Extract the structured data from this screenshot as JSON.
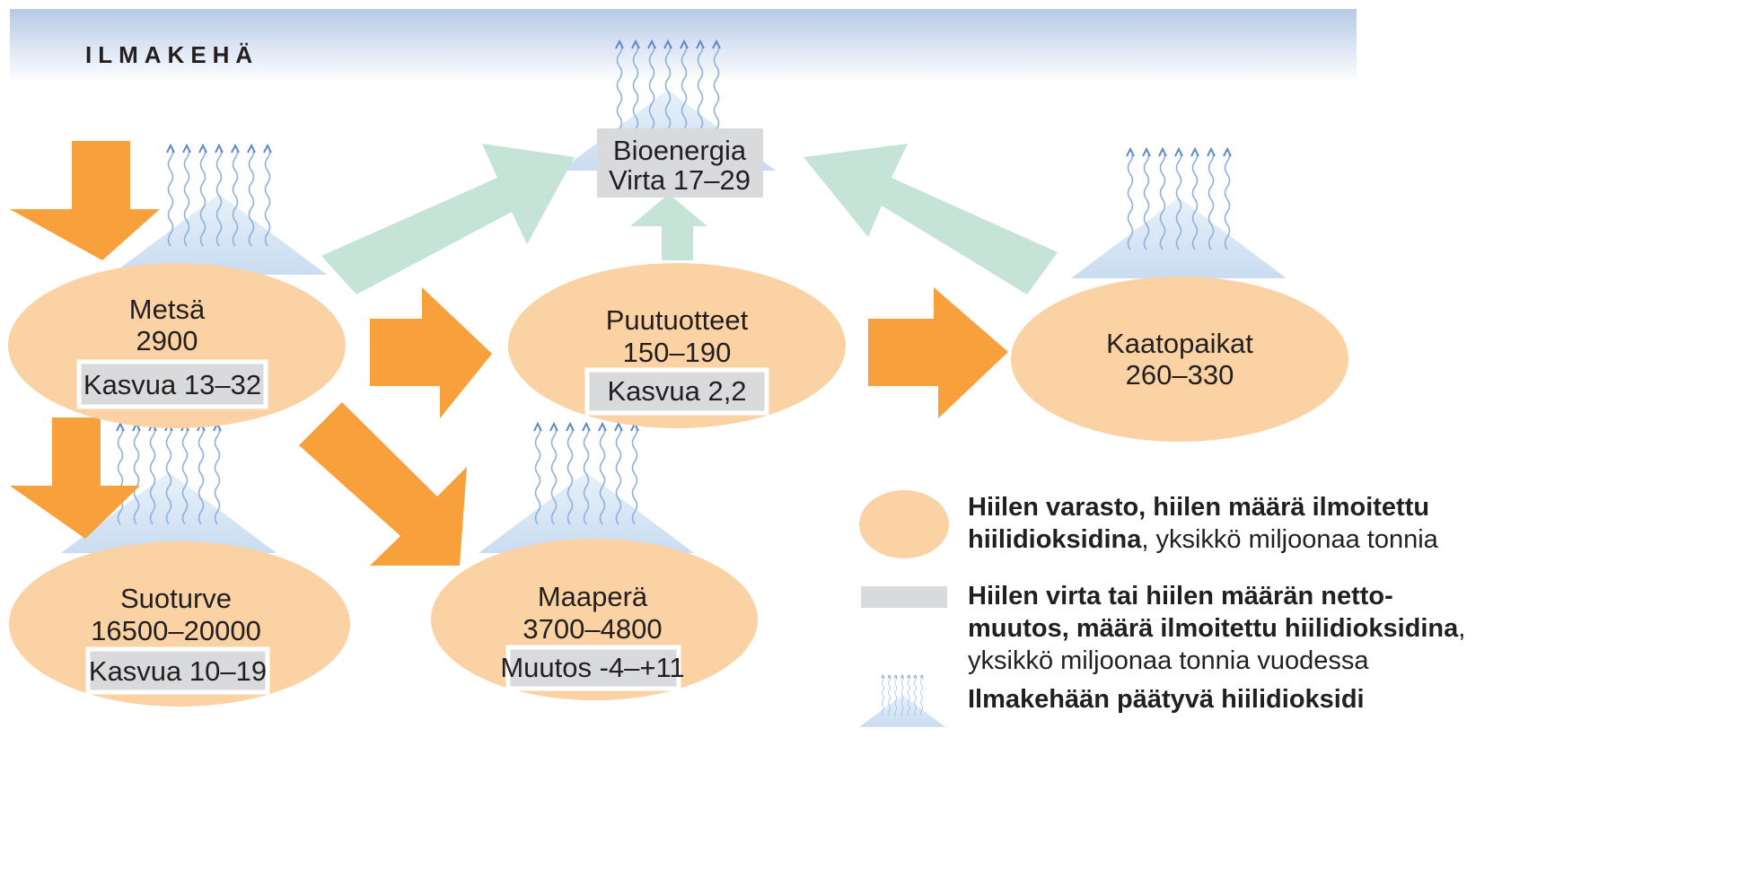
{
  "atmosphere": {
    "title": "ILMAKEHÄ"
  },
  "bioenergy": {
    "name": "Bioenergia",
    "flow": "Virta 17–29"
  },
  "storages": [
    {
      "id": "forest",
      "name": "Metsä",
      "amount": "2900",
      "change": "Kasvua 13–32"
    },
    {
      "id": "wood_products",
      "name": "Puutuotteet",
      "amount": "150–190",
      "change": "Kasvua 2,2"
    },
    {
      "id": "landfills",
      "name": "Kaatopaikat",
      "amount": "260–330",
      "change": ""
    },
    {
      "id": "peat",
      "name": "Suoturve",
      "amount": "16500–20000",
      "change": "Kasvua 10–19"
    },
    {
      "id": "soil",
      "name": "Maaperä",
      "amount": "3700–4800",
      "change": "Muutos -4–+11"
    }
  ],
  "legend": {
    "storage": {
      "bold": "Hiilen varasto, hiilen määrä ilmoitettu hiilidioksidina",
      "rest": ", yksikkö miljoonaa tonnia"
    },
    "flow": {
      "bold": "Hiilen virta tai hiilen määrän netto-muutos, määrä ilmoitettu hiilidioksidina",
      "rest": ", yksikkö miljoonaa tonnia vuodessa"
    },
    "emission": {
      "bold": "Ilmakehään päätyvä hiilidioksidi"
    }
  },
  "colors": {
    "storage_fill": "#fbd2a3",
    "flow_box_fill": "#d9dadb",
    "orange_arrow": "#f7a03c",
    "green_arrow": "#c5e3d6",
    "atmosphere_top": "#b9cbe8",
    "atmosphere_bottom": "#ffffff",
    "emission_triangle": "#d2e3f3",
    "emission_wave": "#8fb1dc"
  }
}
